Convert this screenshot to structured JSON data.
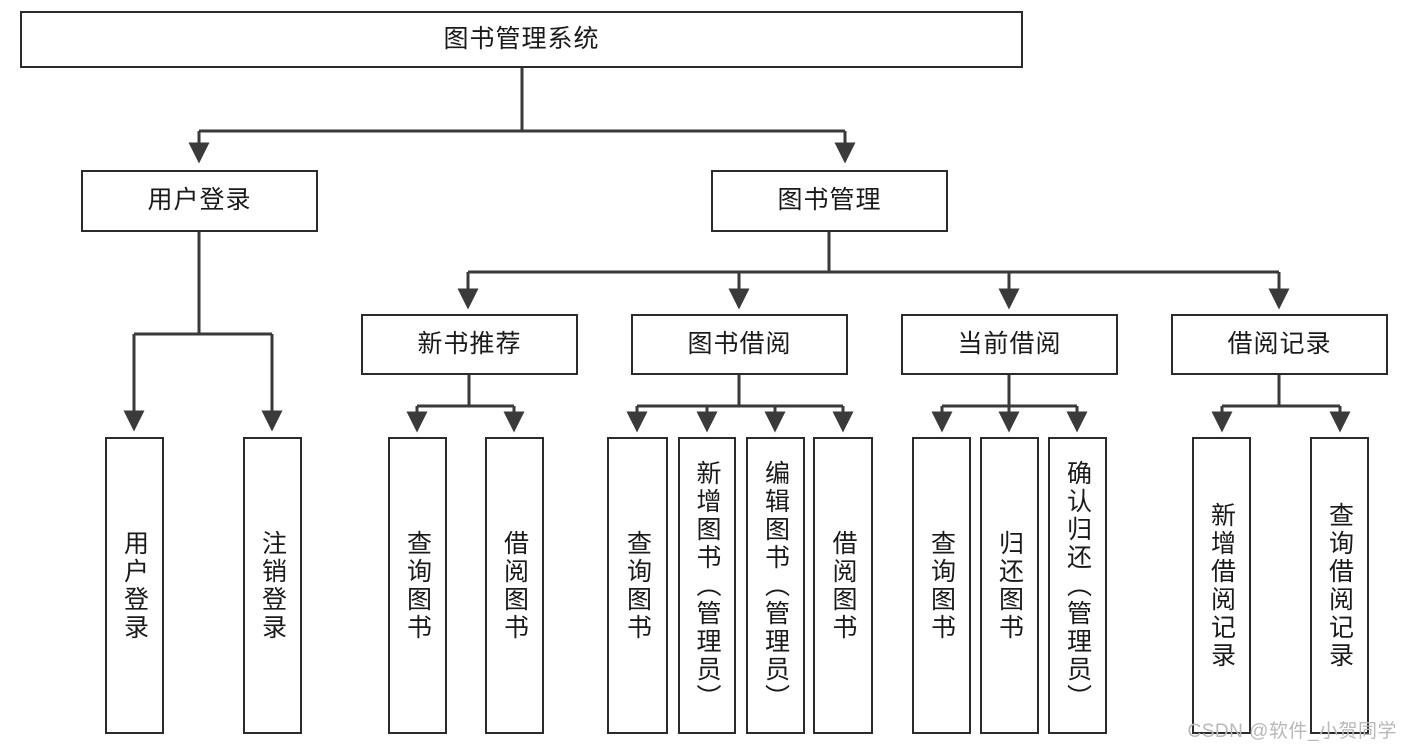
{
  "diagram": {
    "type": "tree",
    "title": "图书管理系统",
    "watermark": "CSDN @软件_小贺同学",
    "colors": {
      "box_border": "#2b2b2b",
      "box_fill": "#ffffff",
      "connector": "#3a3a3a",
      "text": "#1a1a1a",
      "watermark": "#b9b9b9",
      "background": "#ffffff"
    },
    "root": {
      "label": "图书管理系统"
    },
    "level2": [
      {
        "label": "用户登录"
      },
      {
        "label": "图书管理"
      }
    ],
    "level3": [
      {
        "label": "新书推荐"
      },
      {
        "label": "图书借阅"
      },
      {
        "label": "当前借阅"
      },
      {
        "label": "借阅记录"
      }
    ],
    "leaves": {
      "user_login": [
        {
          "label": "用户登录"
        },
        {
          "label": "注销登录"
        }
      ],
      "new_book_recommend": [
        {
          "label": "查询图书"
        },
        {
          "label": "借阅图书"
        }
      ],
      "book_borrow": [
        {
          "label": "查询图书"
        },
        {
          "label": "新增图书（管理员）"
        },
        {
          "label": "编辑图书（管理员）"
        },
        {
          "label": "借阅图书"
        }
      ],
      "current_borrow": [
        {
          "label": "查询图书"
        },
        {
          "label": "归还图书"
        },
        {
          "label": "确认归还（管理员）"
        }
      ],
      "borrow_record": [
        {
          "label": "新增借阅记录"
        },
        {
          "label": "查询借阅记录"
        }
      ]
    }
  }
}
